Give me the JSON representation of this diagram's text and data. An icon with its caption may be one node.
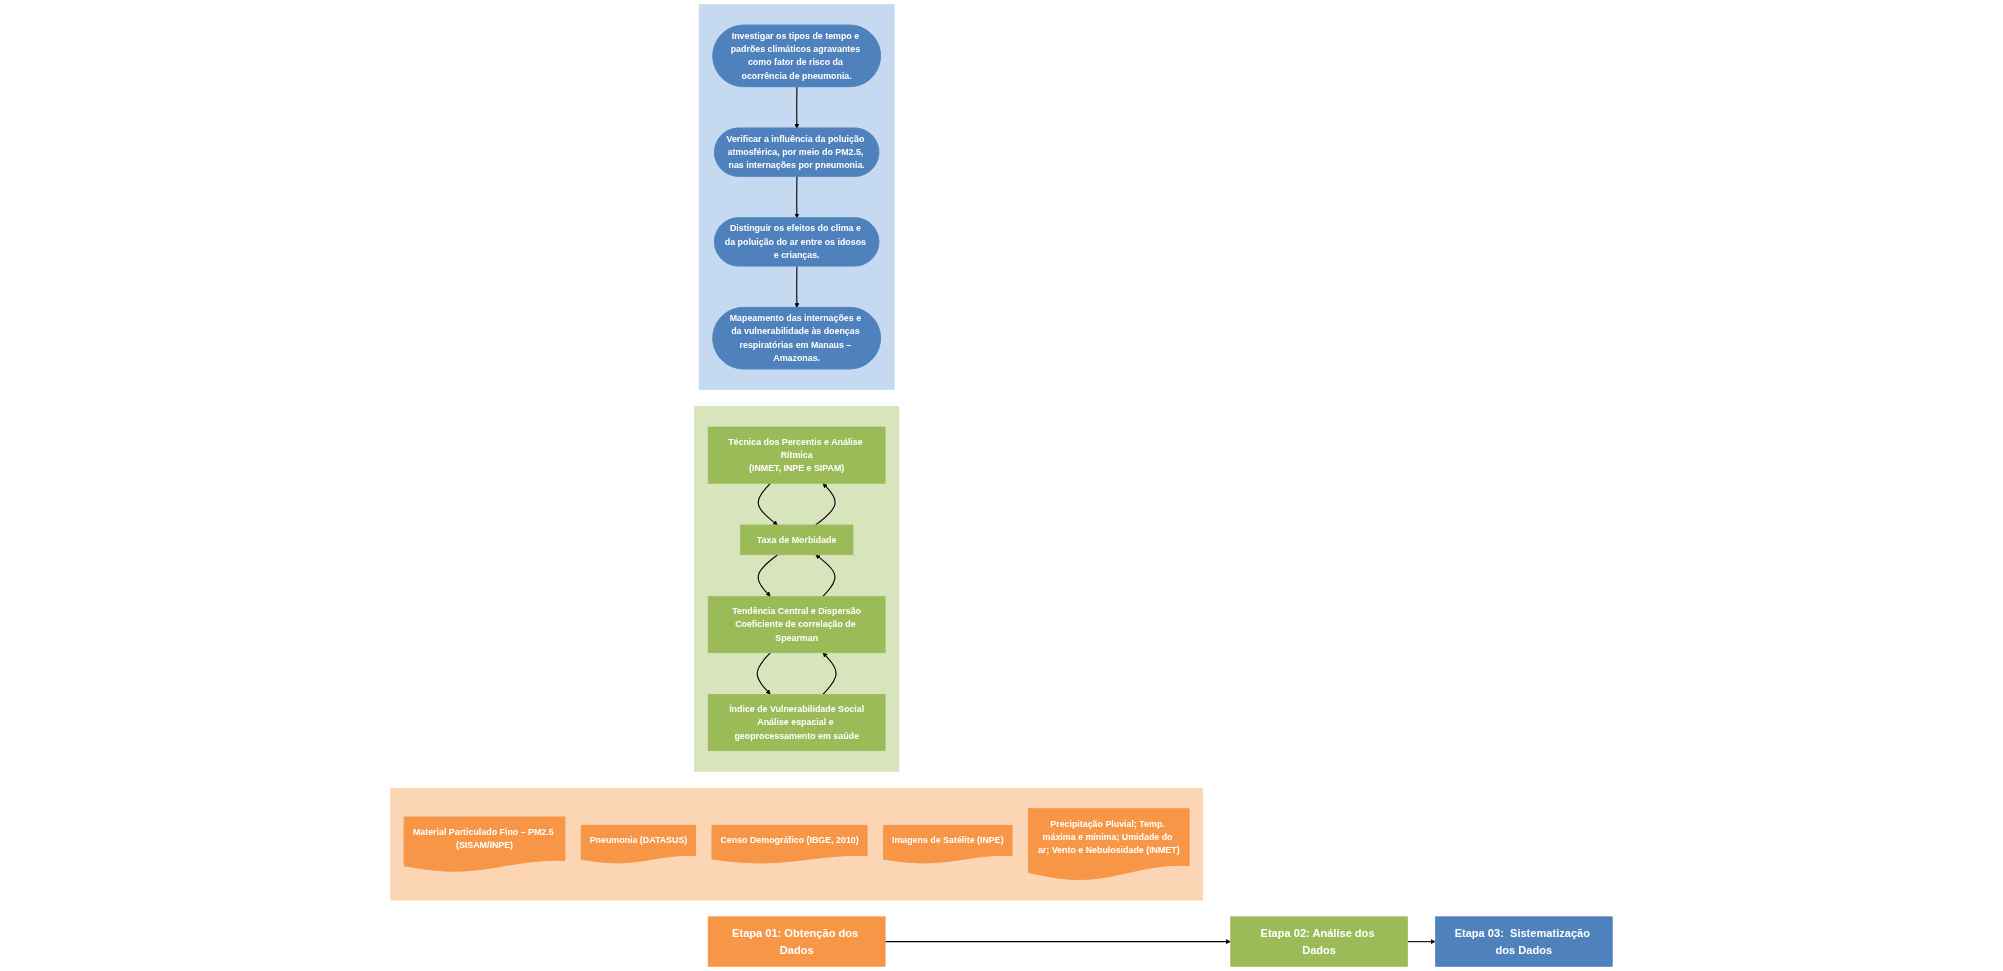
{
  "diagram": {
    "nodes": [
      {
        "text": [
          "Etapa 01: Obtenção dos Dados"
        ]
      },
      {
        "text": [
          "Etapa 02: Análise dos Dados"
        ]
      },
      {
        "text": [
          "Etapa 03:  Sistematização dos Dados"
        ]
      },
      {
        "text": [],
        "shape": "box"
      },
      {
        "text": [
          "Material Particulado Fino – PM2.5 (SISAM/INPE)"
        ],
        "in": 3
      },
      {
        "text": [
          "Pneumonia (DATASUS)"
        ],
        "in": 3
      },
      {
        "text": [
          "Censo Demográfico (IBGE, 2010)"
        ],
        "in": 3
      },
      {
        "text": [
          "Imagens de Satélite (INPE)"
        ],
        "in": 3
      },
      {
        "text": [
          "Precipitação Pluvial; Temp. máxima e mínima; Umidade do ar; Vento e Nebulosidade (INMET)"
        ],
        "in": 3
      },
      {
        "text": [],
        "shape": "box"
      },
      {
        "text": [
          "Técnica dos Percentis e Análise Rítmica",
          "(INMET, INPE e SIPAM)"
        ],
        "in": 9
      },
      {
        "text": [
          "Taxa de Morbidade"
        ],
        "in": 9
      },
      {
        "text": [
          "Tendência Central e Dispersão",
          "Coeficiente de correlação de Spearman"
        ],
        "in": 9
      },
      {
        "text": [
          "Índice de Vulnerabilidade Social",
          "Análise espacial e geoprocessamento em saúde"
        ],
        "in": 9
      },
      {
        "text": [],
        "shape": "box"
      },
      {
        "text": [
          "Investigar os tipos de tempo e padrões climáticos agravantes como fator de risco da ocorrência de pneumonia."
        ],
        "in": 14
      },
      {
        "text": [
          "Verificar a influência da poluição atmosférica, por meio do PM2.5, nas internações por pneumonia."
        ],
        "in": 14
      },
      {
        "text": [
          "Distinguir os efeitos do clima e da poluição do ar entre os idosos e crianças."
        ],
        "in": 14
      },
      {
        "text": [
          "Mapeamento das internações e da vulnerabilidade às doenças respiratórias em Manaus – Amazonas."
        ],
        "in": 14
      }
    ],
    "edges": [
      {
        "from": 0,
        "to": 1,
        "arrow": "to"
      },
      {
        "from": 1,
        "to": 2,
        "arrow": "to"
      },
      {
        "from": 10,
        "to": 11,
        "arrow": "to"
      },
      {
        "from": 11,
        "to": 10,
        "arrow": "to"
      },
      {
        "from": 11,
        "to": 12,
        "arrow": "to"
      },
      {
        "from": 12,
        "to": 11,
        "arrow": "to"
      },
      {
        "from": 12,
        "to": 13,
        "arrow": "to"
      },
      {
        "from": 13,
        "to": 12,
        "arrow": "to"
      },
      {
        "from": 15,
        "to": 16,
        "arrow": "to"
      },
      {
        "from": 16,
        "to": 17,
        "arrow": "to"
      },
      {
        "from": 17,
        "to": 18,
        "arrow": "to"
      }
    ]
  }
}
